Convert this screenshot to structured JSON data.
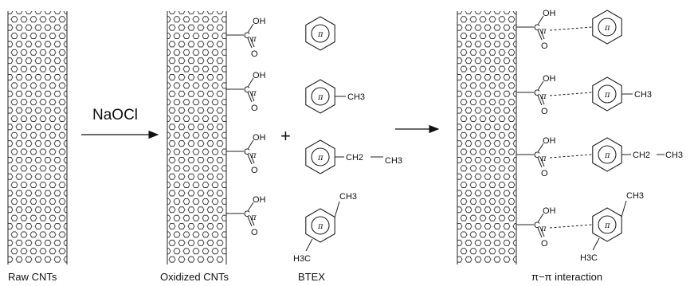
{
  "labels": {
    "raw": "Raw CNTs",
    "oxidized": "Oxidized CNTs",
    "btex": "BTEX",
    "interaction": "π−π interaction"
  },
  "reagent": "NaOCl",
  "plus": "+",
  "groups": {
    "oh": "OH",
    "c": "C",
    "o": "O",
    "pi": "π"
  },
  "substituents": {
    "ch3": "CH3",
    "ch2": "CH2",
    "h3c": "H3C"
  }
}
